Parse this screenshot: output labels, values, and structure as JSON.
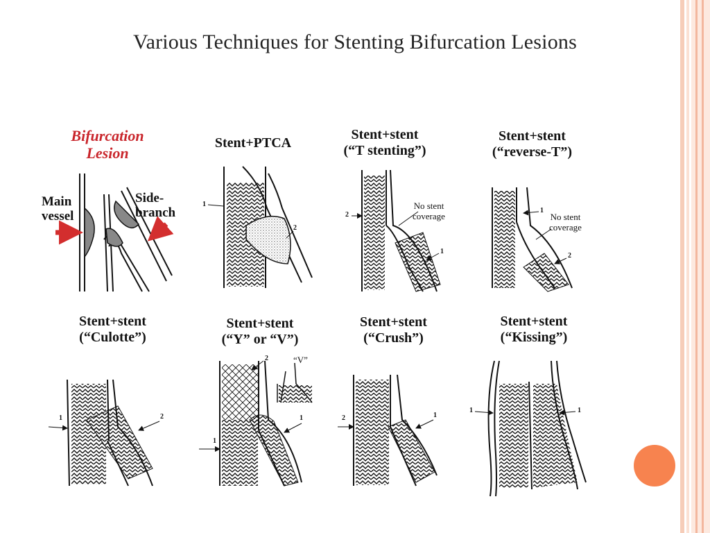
{
  "slide": {
    "title": "Various Techniques for Stenting Bifurcation Lesions"
  },
  "theme": {
    "background": "#ffffff",
    "border_colors": [
      "#f4c7b3",
      "#fbe6dc",
      "#f7b79c"
    ],
    "accent_circle": "#f7834f",
    "highlight_text": "#c9252b"
  },
  "panels": {
    "lesion": {
      "title_line1": "Bifurcation",
      "title_line2": "Lesion",
      "main_vessel_line1": "Main",
      "main_vessel_line2": "vessel",
      "side_branch_line1": "Side-",
      "side_branch_line2": "branch"
    },
    "stent_ptca": {
      "title": "Stent+PTCA",
      "marker1": "1",
      "marker2": "2"
    },
    "t_stenting": {
      "title_line1": "Stent+stent",
      "title_line2": "(“T stenting”)",
      "note_line1": "No stent",
      "note_line2": "coverage",
      "marker1": "1",
      "marker2": "2"
    },
    "reverse_t": {
      "title_line1": "Stent+stent",
      "title_line2": "(“reverse-T”)",
      "note_line1": "No stent",
      "note_line2": "coverage",
      "marker1": "1",
      "marker2": "2"
    },
    "culotte": {
      "title_line1": "Stent+stent",
      "title_line2": "(“Culotte”)",
      "marker1": "1",
      "marker2": "2"
    },
    "y_or_v": {
      "title_line1": "Stent+stent",
      "title_line2": "(“Y” or “V”)",
      "inset_label": "“V”",
      "marker1": "1",
      "marker2": "2"
    },
    "crush": {
      "title_line1": "Stent+stent",
      "title_line2": "(“Crush”)",
      "marker1": "1",
      "marker2": "2"
    },
    "kissing": {
      "title_line1": "Stent+stent",
      "title_line2": "(“Kissing”)",
      "marker_left": "1",
      "marker_right": "1"
    }
  }
}
